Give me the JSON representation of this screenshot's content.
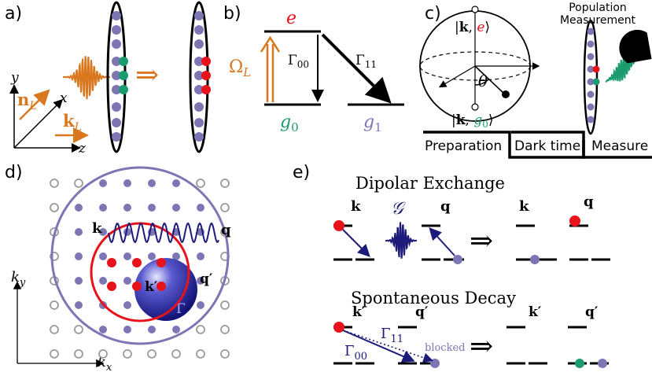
{
  "panels": {
    "a": {
      "label": "a)",
      "axis_y": "y",
      "axis_x": "x",
      "axis_z": "z",
      "n_vec": "n",
      "n_sub": "L",
      "k_vec": "k",
      "k_sub": "L",
      "arrow": "⇒"
    },
    "b": {
      "label": "b)",
      "excited": "e",
      "ground0": "g",
      "ground0_sub": "0",
      "ground1": "g",
      "ground1_sub": "1",
      "omega": "Ω",
      "omega_sub": "L",
      "gamma00": "Γ",
      "gamma00_sub": "00",
      "gamma11": "Γ",
      "gamma11_sub": "11"
    },
    "c": {
      "label": "c)",
      "ket_top_pre": "|",
      "ket_top_k": "k",
      "ket_top_state": "e",
      "ket_top_post": "⟩",
      "ket_bot_pre": "|",
      "ket_bot_k": "k",
      "ket_bot_state": "g",
      "ket_bot_sub": "0",
      "ket_bot_post": "⟩",
      "theta": "θ",
      "measurement_title_1": "Population",
      "measurement_title_2": "Measurement",
      "timeline": [
        "Preparation",
        "Dark time",
        "Measure"
      ]
    },
    "d": {
      "label": "d)",
      "ky": "k",
      "ky_sub": "y",
      "kx": "k",
      "kx_sub": "x",
      "k_label": "k",
      "q_label": "q",
      "kprime_label": "k′",
      "qprime_label": "q′",
      "gamma": "Γ"
    },
    "e": {
      "label": "e)",
      "dipolar_title": "Dipolar Exchange",
      "spontaneous_title": "Spontaneous Decay",
      "k": "k",
      "q": "q",
      "coupling": "𝒢",
      "kprime": "k′",
      "qprime": "q′",
      "gamma00": "Γ",
      "gamma00_sub": "00",
      "gamma11": "Γ",
      "gamma11_sub": "11",
      "blocked": "blocked",
      "arrow": "⇒"
    }
  },
  "colors": {
    "orange": "#d9771e",
    "red": "#e8121a",
    "green": "#1c9b6f",
    "purple": "#7d76b5",
    "navy": "#1d1b7a",
    "black": "#000000",
    "grey": "#9a9a9a"
  }
}
